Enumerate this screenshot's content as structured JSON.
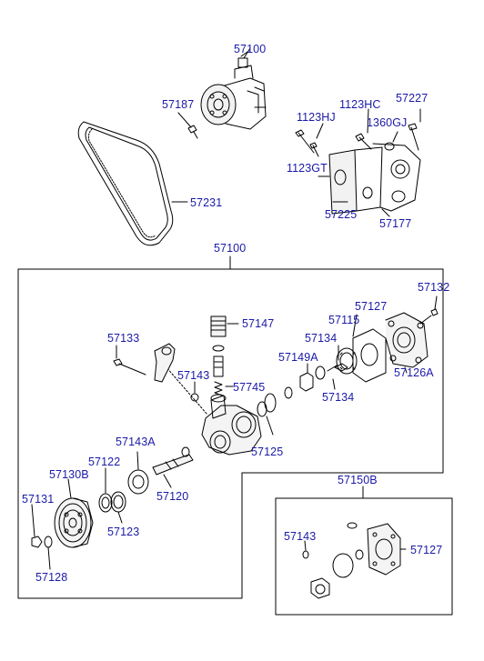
{
  "diagram": {
    "label_color": "#1a1aa8",
    "line_color": "#000000",
    "part_labels": {
      "pump_assy_top": "57100",
      "bolt_57187": "57187",
      "belt": "57231",
      "bolt_1123hj": "1123HJ",
      "bolt_1123hc": "1123HC",
      "bolt_57227": "57227",
      "washer_1360gj": "1360GJ",
      "bolt_1123gt": "1123GT",
      "bracket_57225": "57225",
      "bracket_57177": "57177",
      "pump_assy_main": "57100",
      "bolt_57132": "57132",
      "gasket_57127": "57127",
      "cam_57115": "57115",
      "fitting_57147": "57147",
      "bolt_57133": "57133",
      "vane_57134_top": "57134",
      "cover_57126a": "57126A",
      "ring_57149a": "57149A",
      "oring_57143": "57143",
      "valve_57745": "57745",
      "pin_57134_bottom": "57134",
      "seal_57125": "57125",
      "bearing_57143a": "57143A",
      "snapring_57122": "57122",
      "pulley_57130b": "57130B",
      "shaft_57120": "57120",
      "nut_57131": "57131",
      "ring_57123": "57123",
      "washer_57128": "57128",
      "kit_57150b": "57150B",
      "kit_oring_57143": "57143",
      "kit_gasket_57127": "57127"
    }
  }
}
